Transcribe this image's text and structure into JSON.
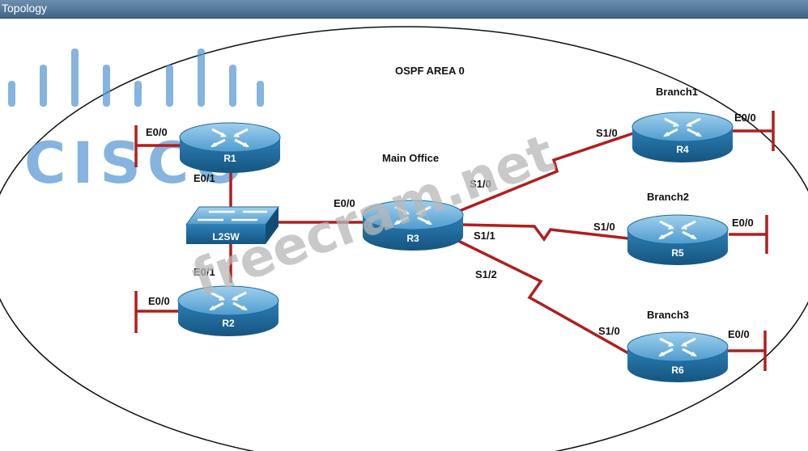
{
  "window": {
    "title": "Topology"
  },
  "area_label": "OSPF AREA 0",
  "sites": {
    "main_office": "Main Office",
    "branch1": "Branch1",
    "branch2": "Branch2",
    "branch3": "Branch3"
  },
  "devices": {
    "r1": "R1",
    "r2": "R2",
    "r3": "R3",
    "r4": "R4",
    "r5": "R5",
    "r6": "R6",
    "switch": "L2SW"
  },
  "interfaces": {
    "r1_e00": "E0/0",
    "r1_e01": "E0/1",
    "r2_e00": "E0/0",
    "r2_e01": "E0/1",
    "r3_e00": "E0/0",
    "r3_s10": "S1/0",
    "r3_s11": "S1/1",
    "r3_s12": "S1/2",
    "r4_s10": "S1/0",
    "r4_e00": "E0/0",
    "r5_s10": "S1/0",
    "r5_e00": "E0/0",
    "r6_s10": "S1/0",
    "r6_e00": "E0/0"
  },
  "watermarks": {
    "logo": "CISCO",
    "site": "freecram.net"
  },
  "colors": {
    "link": "#b01e1e",
    "router_top": "#6fb4de",
    "router_side": "#1f6a9c",
    "watermark_logo": "#5b9bd5"
  }
}
